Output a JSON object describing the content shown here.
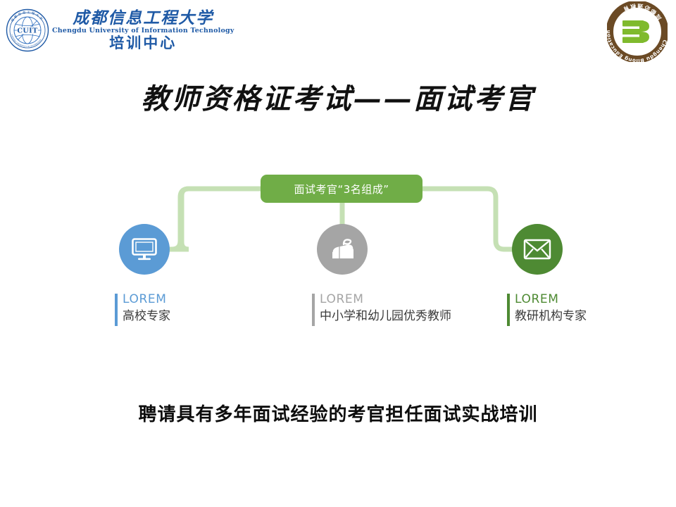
{
  "slide": {
    "background_color": "#FFFFFF",
    "title": "教师资格证考试——面试考官",
    "footer_statement": "聘请具有多年面试经验的考官担任面试实战培训"
  },
  "logos": {
    "left": {
      "seal_abbr": "CUIT",
      "seal_ring_text": "成都信息工程大学",
      "seal_ring_text_en": "CHENGDU UNIVERSITY OF INFORMATION TECHNOLOGY",
      "cn_name": "成都信息工程大学",
      "en_name": "Chengdu University of Information Technology",
      "center_name": "培训中心",
      "color": "#1F5AA6"
    },
    "right": {
      "ring_text_en": "Chengdu Bilong Education",
      "ring_text_cn": "成都必通教育",
      "mark": "B",
      "ring_color": "#6B4A25",
      "mark_color": "#7FBA2D"
    }
  },
  "diagram": {
    "banner": {
      "label": "面试考官“3名组成”",
      "color": "#70AD47",
      "text_color": "#FFFFFF"
    },
    "connector_color": "#C5E0B4",
    "nodes": [
      {
        "icon": "monitor-icon",
        "color": "#5B9BD5",
        "lorem": "LOREM",
        "caption": "高校专家"
      },
      {
        "icon": "computer-mouse-icon",
        "color": "#A5A5A5",
        "lorem": "LOREM",
        "caption": "中小学和幼儿园优秀教师"
      },
      {
        "icon": "envelope-icon",
        "color": "#4E8A33",
        "lorem": "LOREM",
        "caption": "教研机构专家"
      }
    ]
  }
}
